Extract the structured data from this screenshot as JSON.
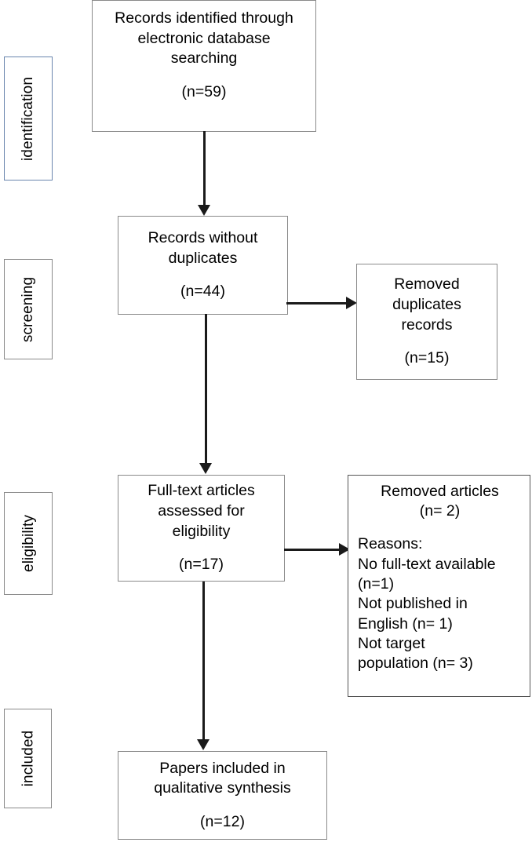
{
  "diagram": {
    "type": "prisma-flow-diagram",
    "stage_labels": [
      {
        "id": "identification",
        "label": "identification",
        "border_color": "#6A86AE"
      },
      {
        "id": "screening",
        "label": "screening",
        "border_color": "#8a8a8a"
      },
      {
        "id": "eligibility",
        "label": "eligibility",
        "border_color": "#8a8a8a"
      },
      {
        "id": "included",
        "label": "included",
        "border_color": "#8a8a8a"
      }
    ],
    "boxes": {
      "identified": {
        "line1": "Records identified through",
        "line2": "electronic database",
        "line3": "searching",
        "count": "(n=59)"
      },
      "without_duplicates": {
        "line1": "Records without",
        "line2": "duplicates",
        "count": "(n=44)"
      },
      "removed_duplicates": {
        "line1": "Removed",
        "line2": "duplicates",
        "line3": "records",
        "count": "(n=15)"
      },
      "full_text": {
        "line1": "Full-text articles",
        "line2": "assessed for",
        "line3": "eligibility",
        "count": "(n=17)"
      },
      "removed_articles": {
        "title": "Removed articles",
        "count": "(n= 2)",
        "reasons_label": "Reasons:",
        "reason1_line1": "No full-text available",
        "reason1_line2": "(n=1)",
        "reason2_line1": "Not published in",
        "reason2_line2": "English (n= 1)",
        "reason3_line1": "Not target",
        "reason3_line2": "population (n= 3)"
      },
      "included_papers": {
        "line1": "Papers included in",
        "line2": "qualitative synthesis",
        "count": "(n=12)"
      }
    },
    "colors": {
      "box_border": "#8a8a8a",
      "accent_border": "#6A86AE",
      "arrow": "#1a1a1a",
      "text": "#000000",
      "background": "#ffffff"
    }
  }
}
